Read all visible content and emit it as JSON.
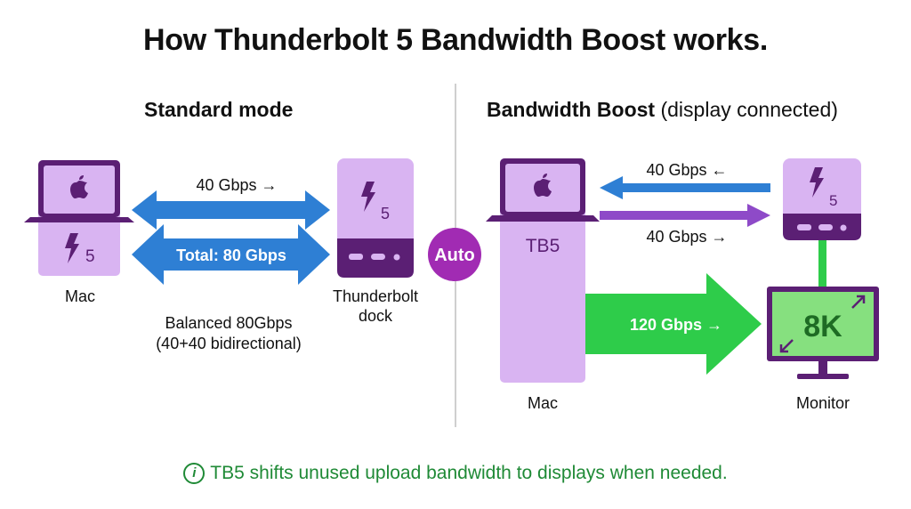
{
  "title": "How Thunderbolt 5 Bandwidth Boost works.",
  "standard": {
    "heading": "Standard mode",
    "arrow_top": "40 Gbps →",
    "arrow_total": "Total: 80 Gbps",
    "mac_label": "Mac",
    "dock_label_line1": "Thunderbolt",
    "dock_label_line2": "dock",
    "note_line1": "Balanced 80Gbps",
    "note_line2": "(40+40 bidirectional)"
  },
  "auto_badge": "Auto",
  "boost": {
    "heading": "Bandwidth Boost",
    "heading_suffix": "(display connected)",
    "mac_tag": "TB5",
    "arrow_top": "40 Gbps ←",
    "arrow_mid": "40 Gbps →",
    "arrow_big": "120 Gbps →",
    "monitor_text": "8K",
    "mac_label": "Mac",
    "monitor_label": "Monitor"
  },
  "tb_digit": "5",
  "footer": {
    "icon_glyph": "i",
    "text": "TB5 shifts unused upload bandwidth to displays when needed."
  },
  "colors": {
    "purple_light": "#d9b4f2",
    "purple_dark": "#5b1f74",
    "blue": "#2e7fd4",
    "green": "#2ecc4a",
    "monitor_green": "#86e07f",
    "auto_badge": "#a12bb3"
  }
}
